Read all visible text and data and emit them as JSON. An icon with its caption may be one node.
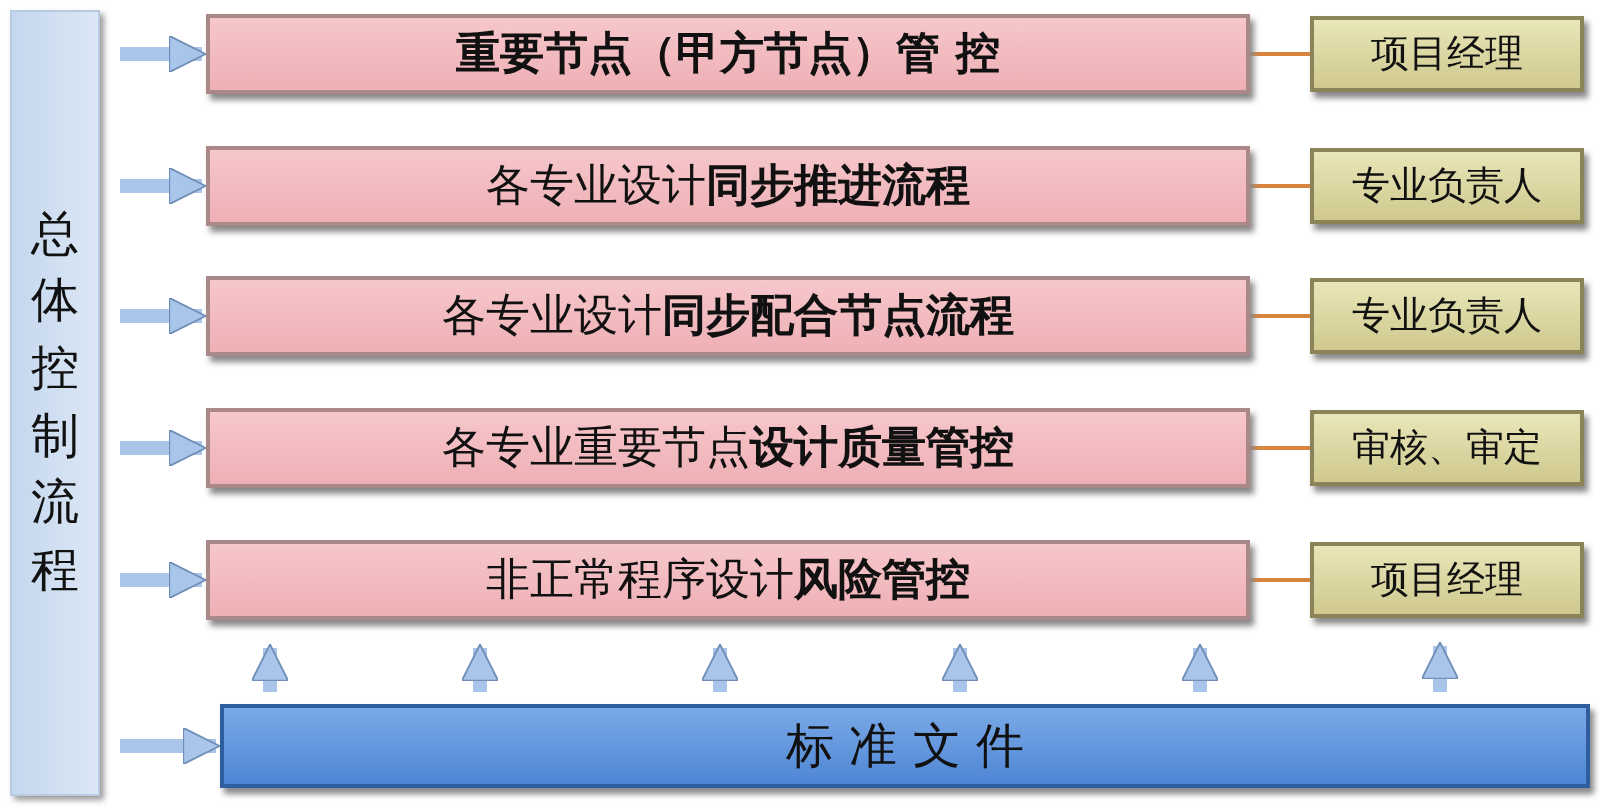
{
  "diagram": {
    "nodes": [
      {
        "text": [
          "总体控制流程"
        ]
      },
      {
        "text": [
          "重要节点（甲方节点）管 控"
        ]
      },
      {
        "text": [
          "各专业设计**同步推进流程**"
        ]
      },
      {
        "text": [
          "各专业设计**同步配合节点流程**"
        ]
      },
      {
        "text": [
          "各专业重要节点**设计质量管控**"
        ]
      },
      {
        "text": [
          "非正常程序设计**风险管控**"
        ]
      },
      {
        "text": [
          "项目经理"
        ]
      },
      {
        "text": [
          "专业负责人"
        ]
      },
      {
        "text": [
          "专业负责人"
        ]
      },
      {
        "text": [
          "审核、审定"
        ]
      },
      {
        "text": [
          "项目经理"
        ]
      },
      {
        "text": [
          "标 准 文 件"
        ]
      }
    ],
    "edges": [
      {
        "from": 0,
        "to": 1,
        "arrow": "to"
      },
      {
        "from": 0,
        "to": 2,
        "arrow": "to"
      },
      {
        "from": 0,
        "to": 3,
        "arrow": "to"
      },
      {
        "from": 0,
        "to": 4,
        "arrow": "to"
      },
      {
        "from": 0,
        "to": 5,
        "arrow": "to"
      },
      {
        "from": 0,
        "to": 11,
        "arrow": "to"
      },
      {
        "from": 1,
        "to": 6,
        "arrow": "none",
        "color": "#d9843f"
      },
      {
        "from": 2,
        "to": 7,
        "arrow": "none",
        "color": "#d9843f"
      },
      {
        "from": 3,
        "to": 8,
        "arrow": "none",
        "color": "#d9843f"
      },
      {
        "from": 4,
        "to": 9,
        "arrow": "none",
        "color": "#d9843f"
      },
      {
        "from": 5,
        "to": 10,
        "arrow": "none",
        "color": "#d9843f"
      },
      {
        "from": 11,
        "to": 5,
        "arrow": "to"
      },
      {
        "from": 11,
        "to": 5,
        "arrow": "to"
      },
      {
        "from": 11,
        "to": 5,
        "arrow": "to"
      },
      {
        "from": 11,
        "to": 5,
        "arrow": "to"
      },
      {
        "from": 11,
        "to": 5,
        "arrow": "to"
      },
      {
        "from": 11,
        "to": 10,
        "arrow": "to"
      }
    ]
  }
}
